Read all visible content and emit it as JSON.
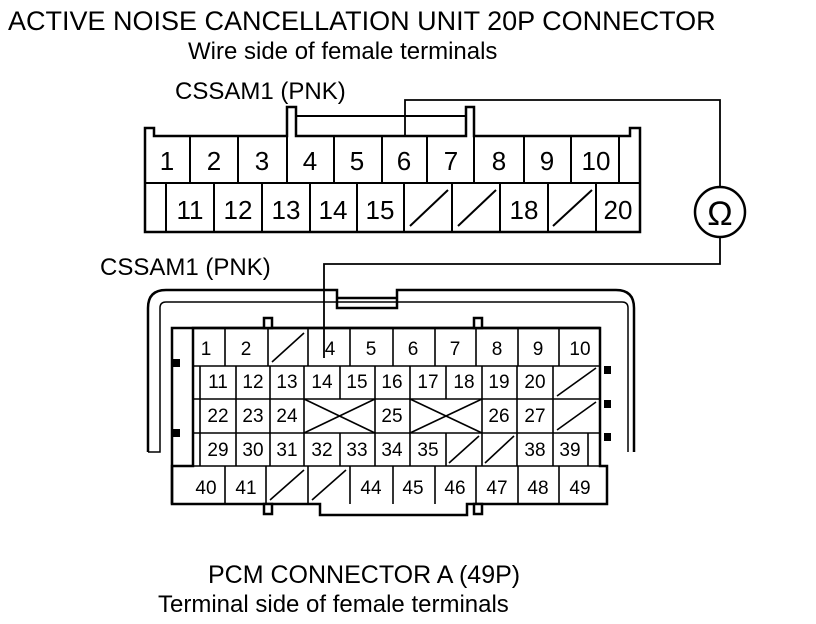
{
  "title": "ACTIVE NOISE CANCELLATION UNIT 20P CONNECTOR",
  "subtitle_top": "Wire side of female terminals",
  "connector_top": {
    "wire_label": "CSSAM1 (PNK)",
    "row1": [
      "1",
      "2",
      "3",
      "4",
      "5",
      "6",
      "7",
      "8",
      "9",
      "10"
    ],
    "row2": [
      "11",
      "12",
      "13",
      "14",
      "15",
      "",
      "",
      "18",
      "",
      "20"
    ]
  },
  "meter": {
    "symbol": "Ω"
  },
  "connector_bottom": {
    "wire_label": "CSSAM1 (PNK)",
    "row1": [
      "1",
      "2",
      "",
      "4",
      "5",
      "6",
      "7",
      "8",
      "9",
      "10"
    ],
    "row2": [
      "11",
      "12",
      "13",
      "14",
      "15",
      "16",
      "17",
      "18",
      "19",
      "20",
      ""
    ],
    "row3_left": [
      "22",
      "23",
      "24"
    ],
    "row3_mid": "25",
    "row3_right": [
      "26",
      "27",
      ""
    ],
    "row4": [
      "29",
      "30",
      "31",
      "32",
      "33",
      "34",
      "35",
      "",
      "",
      "38",
      "39"
    ],
    "row5": [
      "40",
      "41",
      "",
      "",
      "44",
      "45",
      "46",
      "47",
      "48",
      "49"
    ]
  },
  "title_bottom": "PCM CONNECTOR A (49P)",
  "subtitle_bottom": "Terminal side of female terminals"
}
